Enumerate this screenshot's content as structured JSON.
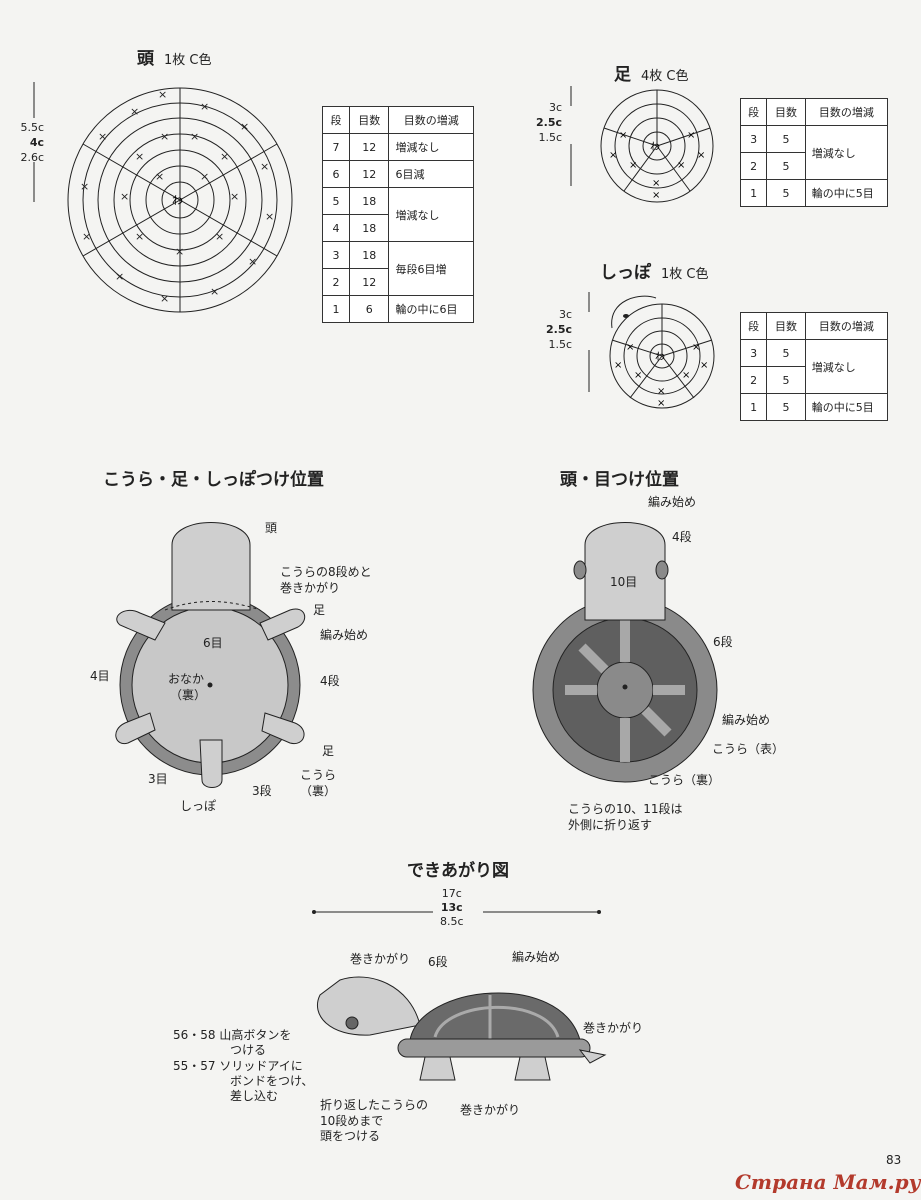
{
  "head": {
    "title": "頭",
    "count": "1枚 C色",
    "gauge": [
      "5.5c",
      "4c",
      "2.6c"
    ],
    "table": {
      "headers": [
        "段",
        "目数",
        "目数の増減"
      ],
      "rows": [
        {
          "row": "7",
          "stitches": "12",
          "note": "増減なし"
        },
        {
          "row": "6",
          "stitches": "12",
          "note": "6目減"
        },
        {
          "row": "5",
          "stitches": "18",
          "note": "増減なし"
        },
        {
          "row": "4",
          "stitches": "18",
          "note": ""
        },
        {
          "row": "3",
          "stitches": "18",
          "note": "毎段6目増"
        },
        {
          "row": "2",
          "stitches": "12",
          "note": ""
        },
        {
          "row": "1",
          "stitches": "6",
          "note": "輪の中に6目"
        }
      ]
    }
  },
  "leg": {
    "title": "足",
    "count": "4枚 C色",
    "gauge": [
      "3c",
      "2.5c",
      "1.5c"
    ],
    "table": {
      "headers": [
        "段",
        "目数",
        "目数の増減"
      ],
      "rows": [
        {
          "row": "3",
          "stitches": "5",
          "note": "増減なし"
        },
        {
          "row": "2",
          "stitches": "5",
          "note": ""
        },
        {
          "row": "1",
          "stitches": "5",
          "note": "輪の中に5目"
        }
      ]
    }
  },
  "tail": {
    "title": "しっぽ",
    "count": "1枚 C色",
    "gauge": [
      "3c",
      "2.5c",
      "1.5c"
    ],
    "table": {
      "headers": [
        "段",
        "目数",
        "目数の増減"
      ],
      "rows": [
        {
          "row": "3",
          "stitches": "5",
          "note": "増減なし"
        },
        {
          "row": "2",
          "stitches": "5",
          "note": ""
        },
        {
          "row": "1",
          "stitches": "5",
          "note": "輪の中に5目"
        }
      ]
    }
  },
  "shell_diagram": {
    "title": "こうら・足・しっぽつけ位置",
    "labels": {
      "head": "頭",
      "shell8": "こうらの8段めと",
      "whip": "巻きかがり",
      "leg1": "足",
      "start": "編み始め",
      "row6": "6目",
      "row4": "4目",
      "belly": "おなか",
      "belly2": "（裏）",
      "dan4": "4段",
      "leg2": "足",
      "row3": "3目",
      "shell": "こうら",
      "shell2": "（裏）",
      "dan3": "3段",
      "tail": "しっぽ"
    }
  },
  "head_diagram": {
    "title": "頭・目つけ位置",
    "labels": {
      "start_top": "編み始め",
      "dan4": "4段",
      "me10": "10目",
      "dan6": "6段",
      "start": "編み始め",
      "shell_front": "こうら（表）",
      "shell_back": "こうら（裏）",
      "note1": "こうらの10、11段は",
      "note2": "外側に折り返す"
    }
  },
  "finished": {
    "title": "できあがり図",
    "gauge": [
      "17c",
      "13c",
      "8.5c"
    ],
    "labels": {
      "whip1": "巻きかがり",
      "dan6": "6段",
      "start": "編み始め",
      "whip2": "巻きかがり",
      "btn1": "56・58 山高ボタンを",
      "btn2": "つける",
      "eye1": "55・57 ソリッドアイに",
      "eye2": "ボンドをつけ、",
      "eye3": "差し込む",
      "fold1": "折り返したこうらの",
      "fold2": "10段めまで",
      "fold3": "頭をつける",
      "whip3": "巻きかがり"
    }
  },
  "page_number": "83",
  "watermark": "Страна Мам.ру",
  "colors": {
    "shell_dark": "#6f6f6f",
    "body_fill": "#bdbdbd",
    "light_fill": "#d8d8d8",
    "ink": "#222222"
  }
}
